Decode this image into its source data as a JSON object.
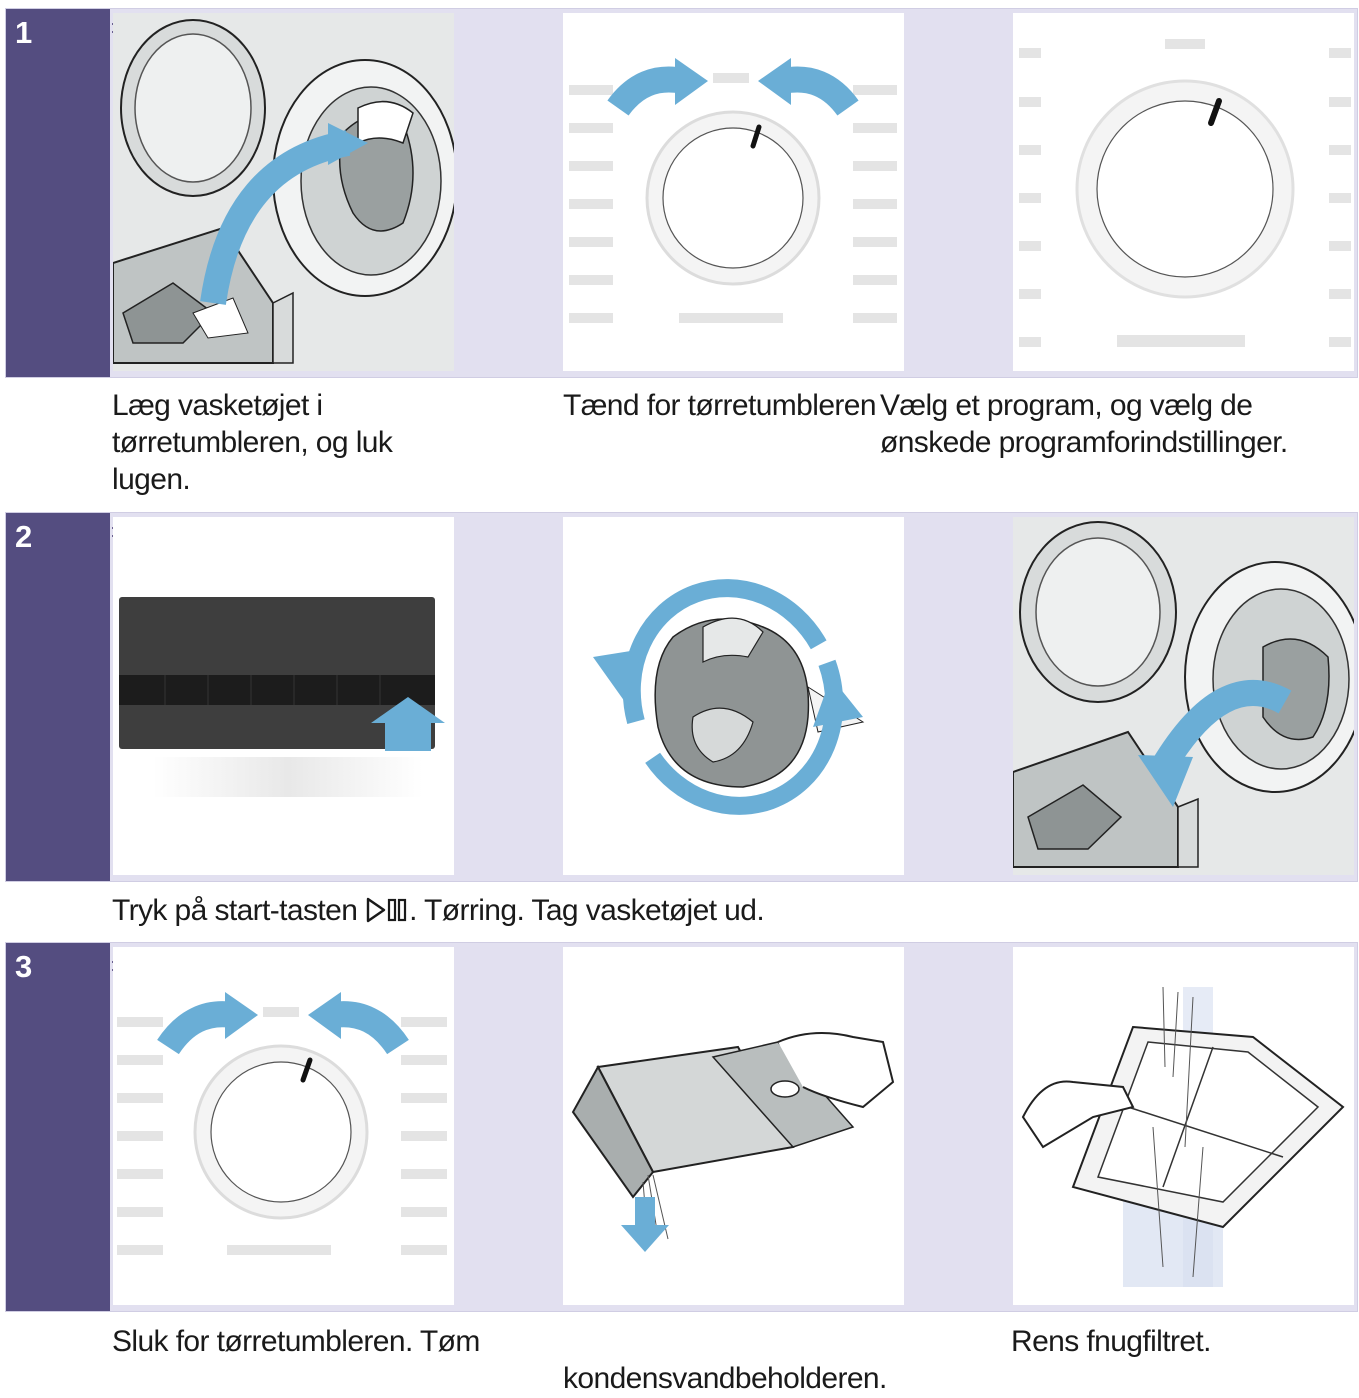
{
  "steps": [
    {
      "number": "1",
      "captions": {
        "load": "Læg vasketøjet i tørretumbleren, og luk lugen.",
        "power_on": "Tænd for tørretumbleren",
        "program": "Vælg et program, og vælg de ønskede programforindstillinger."
      }
    },
    {
      "number": "2",
      "captions": {
        "start_prefix": "Tryk på start-tasten",
        "start_suffix": ".",
        "drying": "Tørring.",
        "unload": "Tag vasketøjet ud."
      }
    },
    {
      "number": "3",
      "captions": {
        "power_off": "Sluk for tørretumbleren.",
        "empty_prefix": "Tøm",
        "empty_suffix": "kondensvandbeholderen.",
        "filter": "Rens fnugfiltret."
      }
    }
  ],
  "icons": {
    "next_arrow": "double-arrow-right-icon",
    "start_pause": "play-pause-icon"
  },
  "colors": {
    "step_band": "#e2e0f0",
    "step_number_bg": "#544d80",
    "action_arrow": "#6aaed6",
    "panel_bg": "#ffffff"
  }
}
